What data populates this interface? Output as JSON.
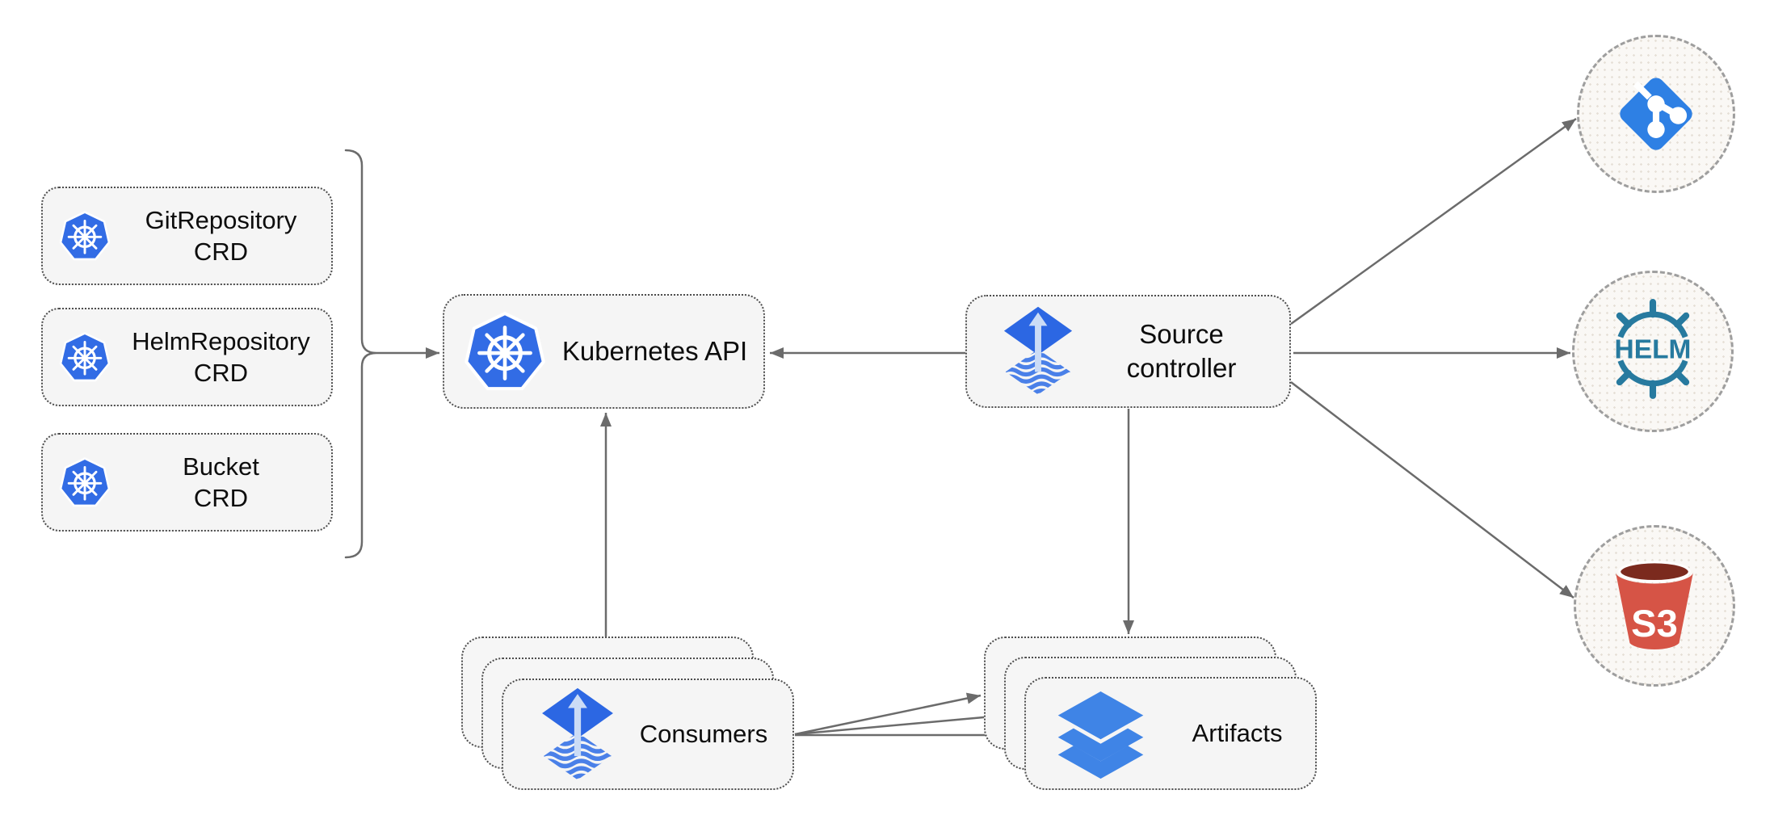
{
  "diagram": {
    "nodes": {
      "crd_boxes": [
        {
          "label": "GitRepository\nCRD",
          "icon": "kubernetes-icon"
        },
        {
          "label": "HelmRepository\nCRD",
          "icon": "kubernetes-icon"
        },
        {
          "label": "Bucket\nCRD",
          "icon": "kubernetes-icon"
        }
      ],
      "kubernetes_api": {
        "label": "Kubernetes API",
        "icon": "kubernetes-icon"
      },
      "source_controller": {
        "label": "Source\ncontroller",
        "icon": "flux-icon"
      },
      "consumers": {
        "label": "Consumers",
        "icon": "flux-icon"
      },
      "artifacts": {
        "label": "Artifacts",
        "icon": "layers-icon"
      }
    },
    "externals": [
      {
        "name": "git-repository",
        "icon": "git-icon"
      },
      {
        "name": "helm-repository",
        "icon": "helm-icon",
        "text": "HELM"
      },
      {
        "name": "s3-bucket",
        "icon": "s3-bucket-icon",
        "text": "S3"
      }
    ],
    "edges": [
      {
        "from": "crd-group-bracket",
        "to": "kubernetes-api"
      },
      {
        "from": "source-controller",
        "to": "kubernetes-api"
      },
      {
        "from": "consumers",
        "to": "kubernetes-api"
      },
      {
        "from": "source-controller",
        "to": "artifacts"
      },
      {
        "from": "consumers",
        "to": "artifacts",
        "count": 3
      },
      {
        "from": "source-controller",
        "to": "git-repository"
      },
      {
        "from": "source-controller",
        "to": "helm-repository"
      },
      {
        "from": "source-controller",
        "to": "s3-bucket"
      }
    ],
    "colors": {
      "kubernetes_blue": "#326CE5",
      "flux_blue": "#2C67E3",
      "flux_stripe_blue": "#4A80E8",
      "layers_blue": "#3F84E6",
      "git_blue": "#2E80E4",
      "helm_teal": "#277A9F",
      "s3_red": "#D65446",
      "s3_dark_red": "#7B2A1E",
      "edge_gray": "#6B6B6B",
      "node_fill": "#F5F5F5",
      "circle_fill": "#FAF8F5"
    }
  }
}
